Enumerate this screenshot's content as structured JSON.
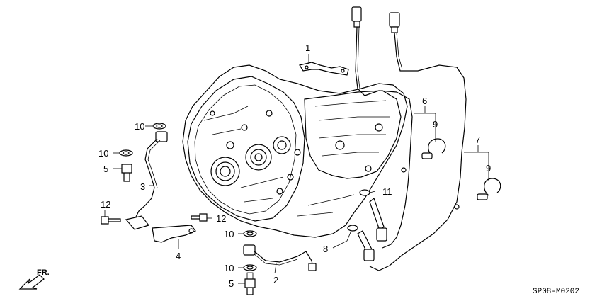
{
  "diagram": {
    "code": "SP08-M0202",
    "direction_label": "FR.",
    "callouts": {
      "c1": "1",
      "c2": "2",
      "c3": "3",
      "c4": "4",
      "c5a": "5",
      "c5b": "5",
      "c6": "6",
      "c7": "7",
      "c8": "8",
      "c9a": "9",
      "c9b": "9",
      "c10a": "10",
      "c10b": "10",
      "c10c": "10",
      "c10d": "10",
      "c11": "11",
      "c12a": "12",
      "c12b": "12"
    }
  }
}
